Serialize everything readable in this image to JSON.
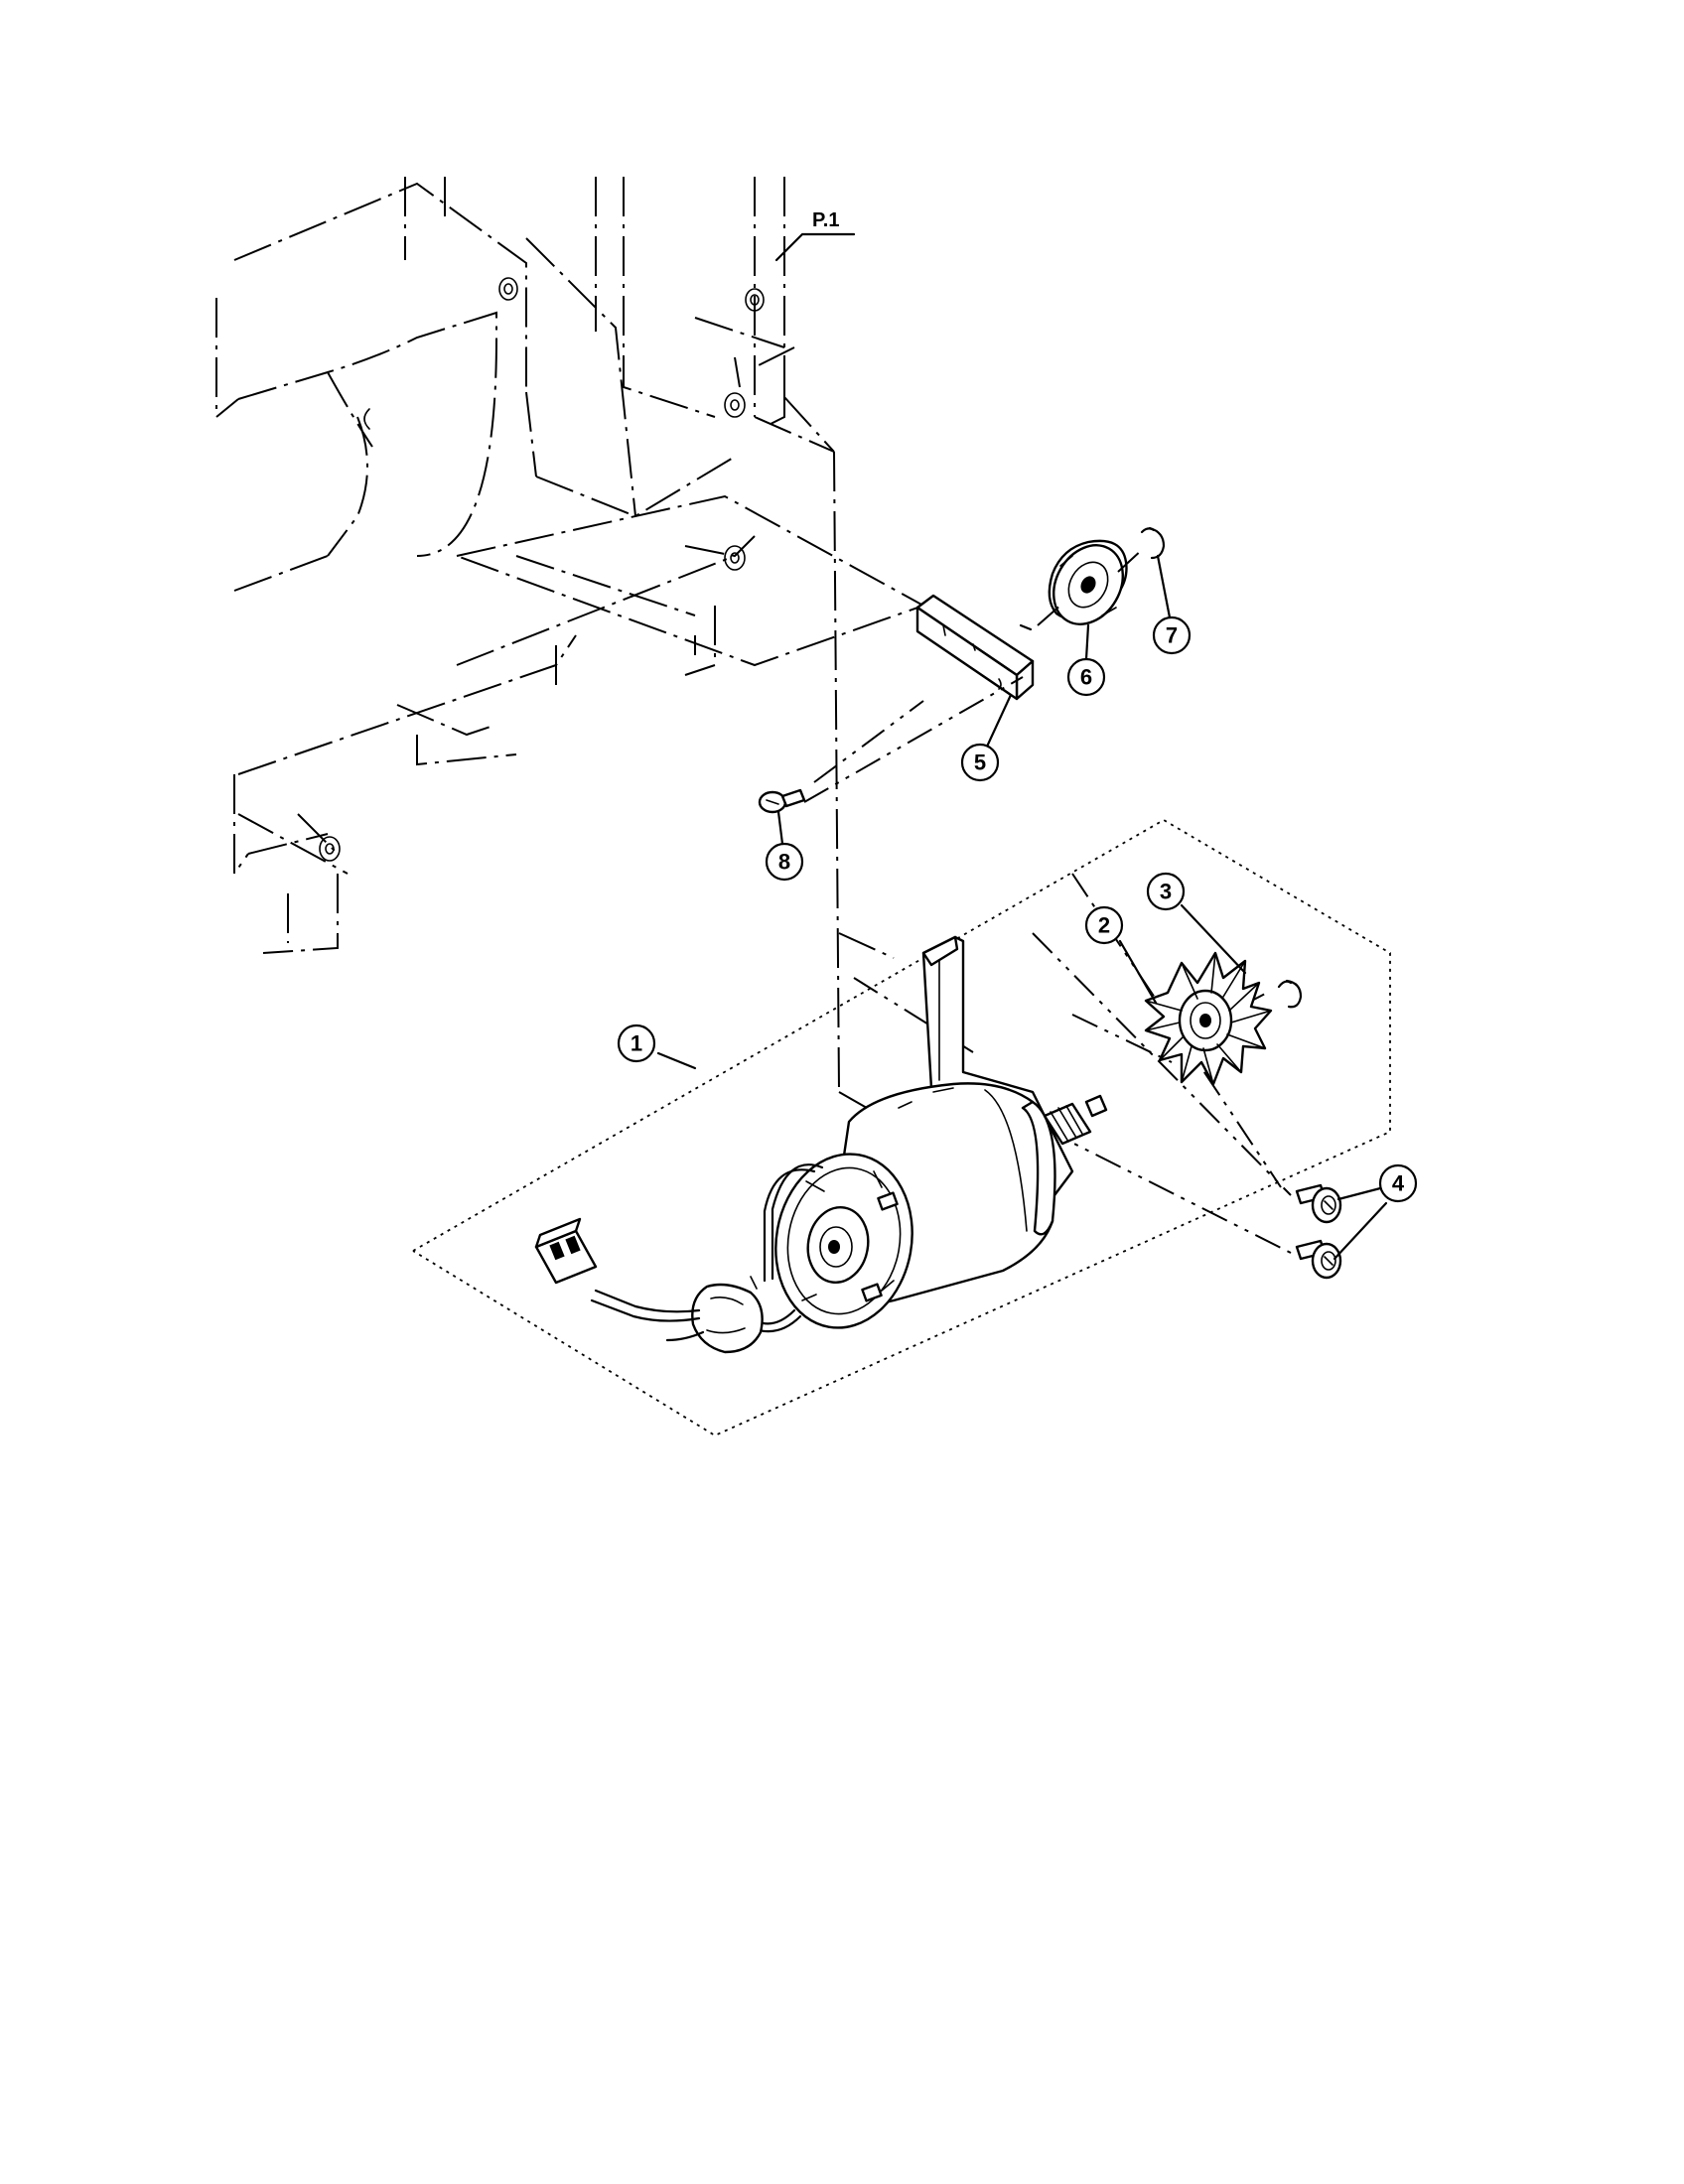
{
  "figure": {
    "reference_label": "P.1",
    "callouts": [
      {
        "id": "callout-1",
        "label": "1"
      },
      {
        "id": "callout-2",
        "label": "2"
      },
      {
        "id": "callout-3",
        "label": "3"
      },
      {
        "id": "callout-4",
        "label": "4"
      },
      {
        "id": "callout-5",
        "label": "5"
      },
      {
        "id": "callout-6",
        "label": "6"
      },
      {
        "id": "callout-7",
        "label": "7"
      },
      {
        "id": "callout-8",
        "label": "8"
      }
    ]
  }
}
